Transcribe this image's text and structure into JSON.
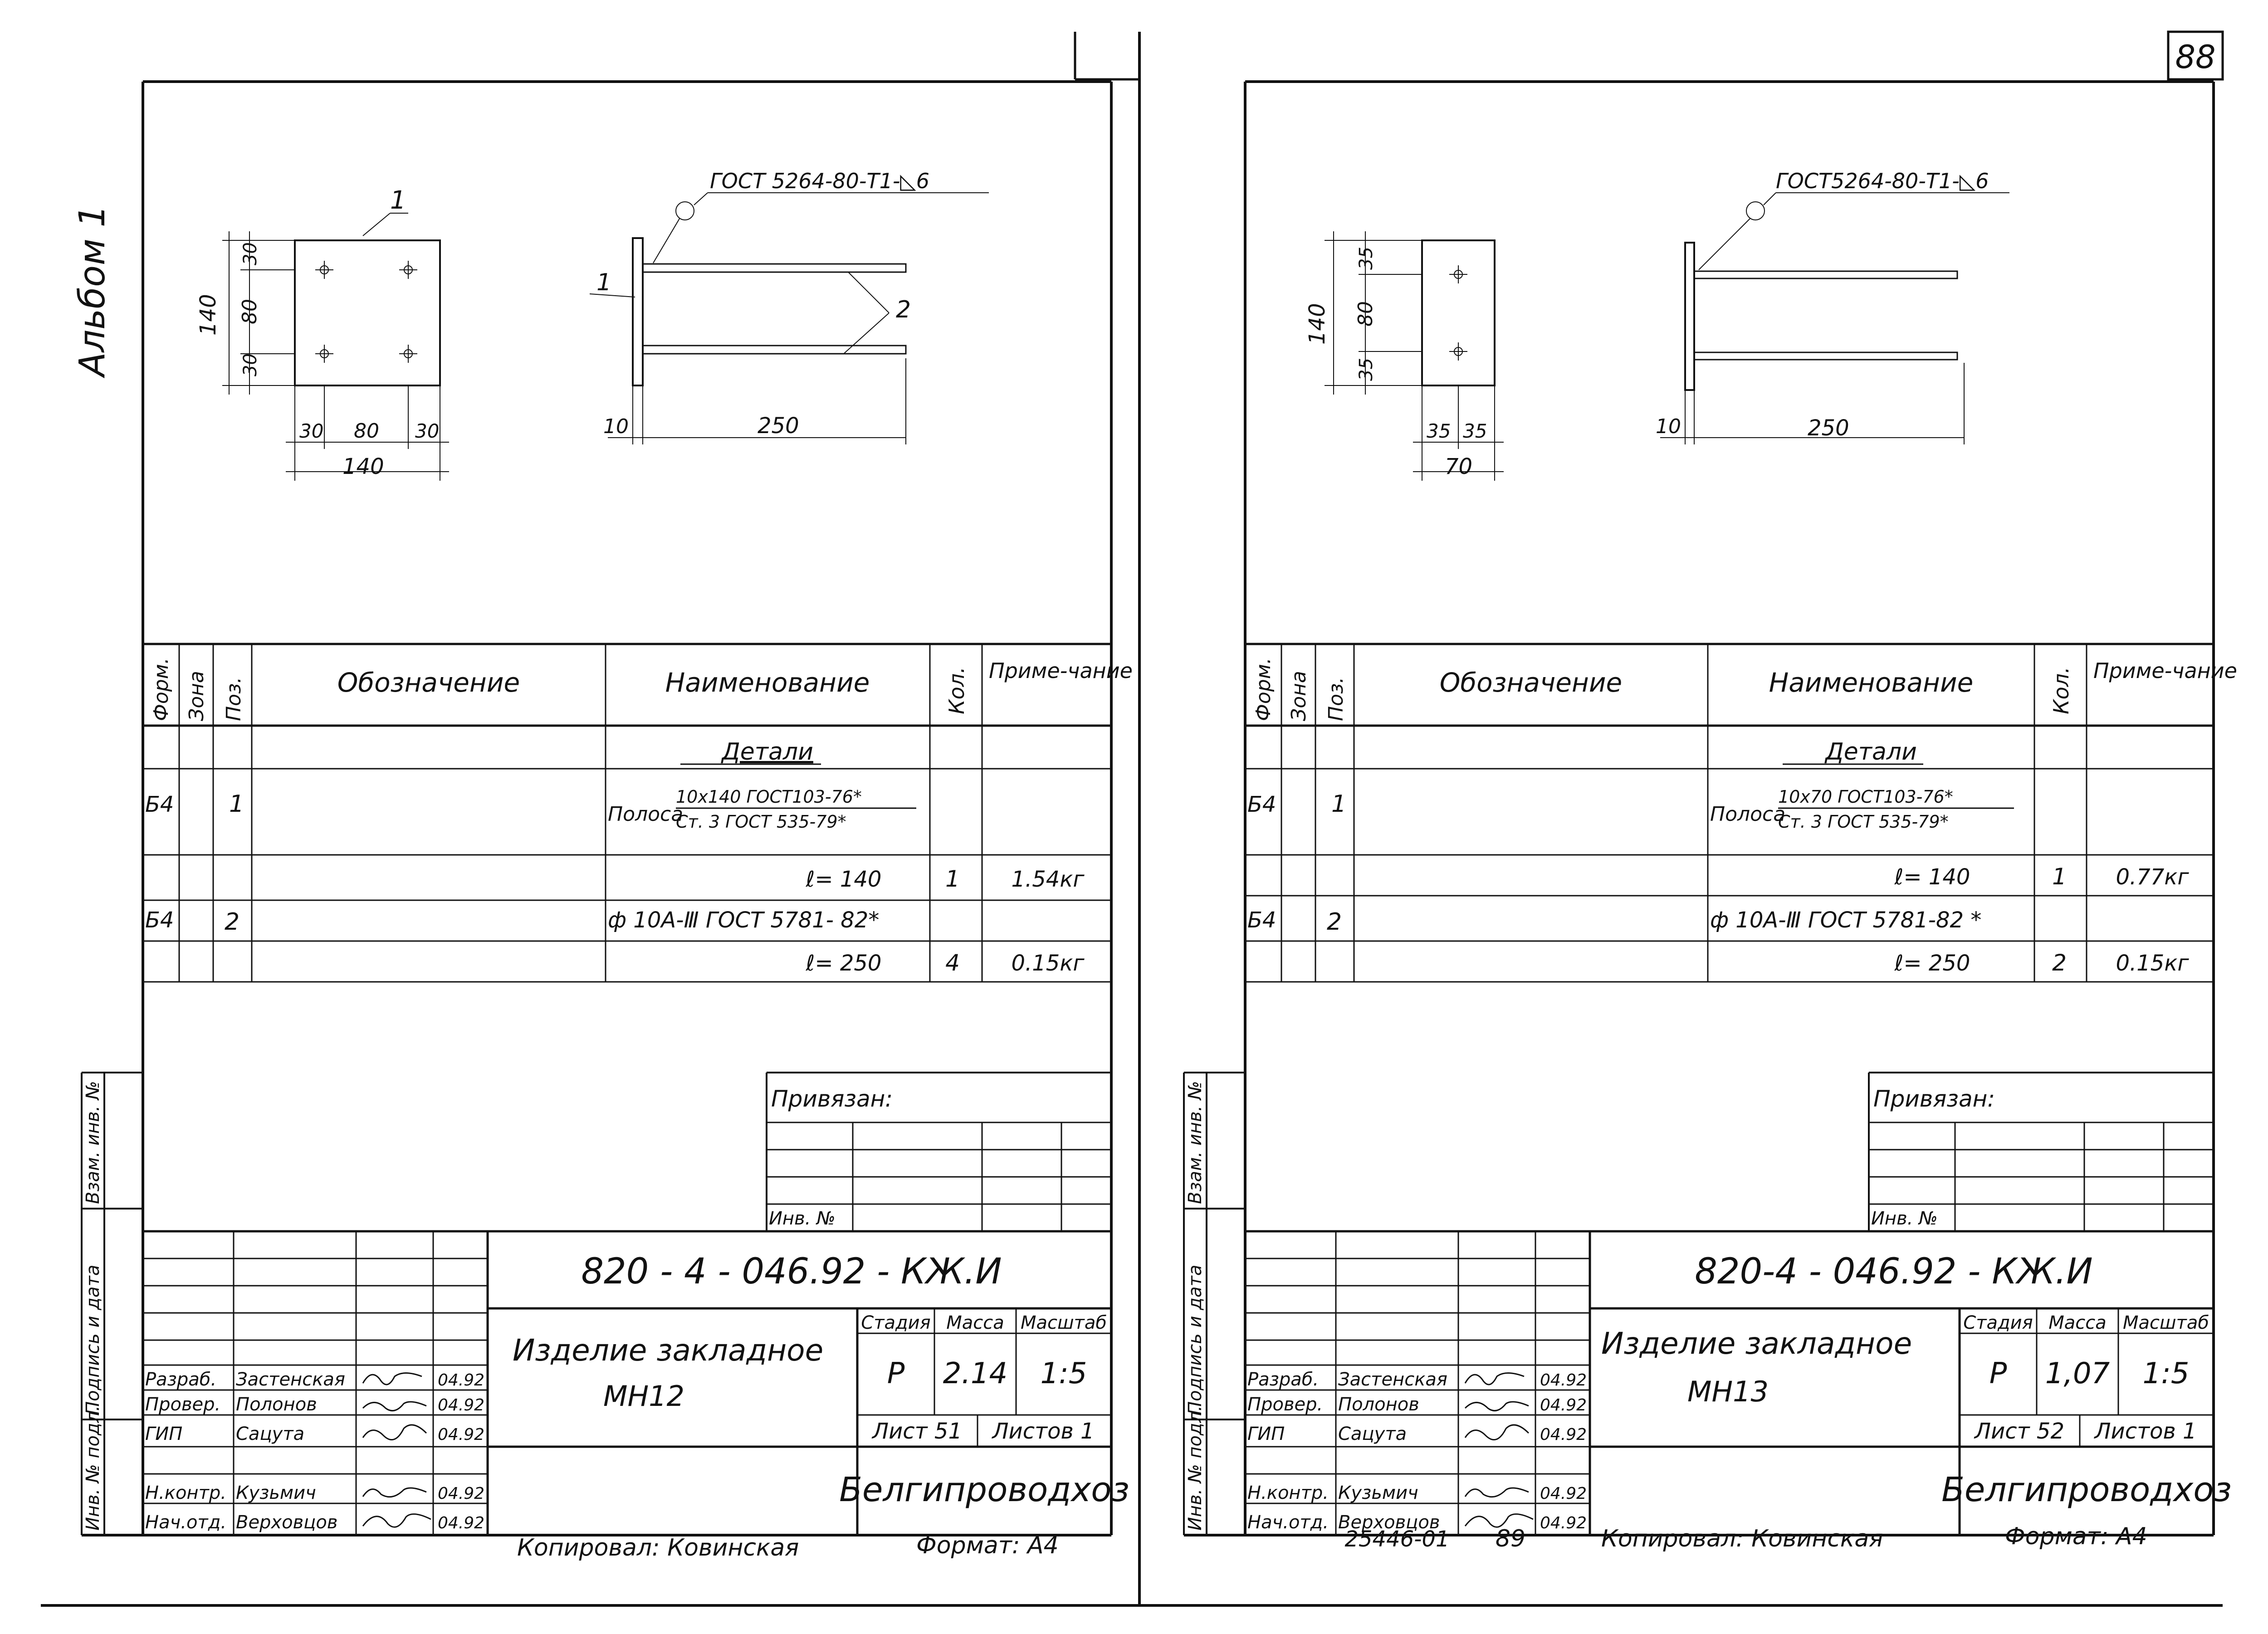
{
  "album_label": "Альбом 1",
  "page_number": "88",
  "bottom_ref_number": "25446-01",
  "bottom_ref_page": "89",
  "sheets": [
    {
      "drawing": {
        "part1_label": "1",
        "part2_label": "2",
        "weld_callout": "ГОСТ 5264-80-Т1-◺6",
        "plate_width": "140",
        "plate_height": "140",
        "dim_h1": "30",
        "dim_h2": "80",
        "dim_h3": "30",
        "dim_v1": "30",
        "dim_v2": "80",
        "dim_v3": "30",
        "thickness": "10",
        "rod_length": "250"
      },
      "spec": {
        "headers": {
          "format": "Форм.",
          "zone": "Зона",
          "pos": "Поз.",
          "designation": "Обозначение",
          "name": "Наименование",
          "qty": "Кол.",
          "note": "Приме-чание"
        },
        "section": "Детали",
        "rows": [
          {
            "format": "Б4",
            "pos": "1",
            "name_prefix": "Полоса",
            "name_num": "10х140 ГОСТ103-76*",
            "name_den": "Ст. 3 ГОСТ 535-79*",
            "qty": "",
            "note": ""
          },
          {
            "format": "",
            "pos": "",
            "name": "ℓ= 140",
            "qty": "1",
            "note": "1.54кг"
          },
          {
            "format": "Б4",
            "pos": "2",
            "name": "ф 10А-Ⅲ ГОСТ 5781- 82*",
            "qty": "",
            "note": ""
          },
          {
            "format": "",
            "pos": "",
            "name": "ℓ= 250",
            "qty": "4",
            "note": "0.15кг"
          }
        ]
      },
      "binding": {
        "title": "Привязан:",
        "inv": "Инв. №"
      },
      "side_labels": [
        "Инв. № подл.",
        "Подпись и дата",
        "Взам. инв. №"
      ],
      "title_block": {
        "code": "820 - 4 - 046.92 - КЖ.И",
        "item_name": "Изделие закладное",
        "item_mark": "МН12",
        "stage_label": "Стадия",
        "mass_label": "Масса",
        "scale_label": "Масштаб",
        "stage": "Р",
        "mass": "2.14",
        "scale": "1:5",
        "sheet_label": "Лист 51",
        "sheets_label": "Листов 1",
        "org": "Белгипроводхоз",
        "people": [
          {
            "role": "Разраб.",
            "name": "Застенская",
            "date": "04.92"
          },
          {
            "role": "Провер.",
            "name": "Полонов",
            "date": "04.92"
          },
          {
            "role": "ГИП",
            "name": "Сацута",
            "date": "04.92"
          },
          {
            "role": "Н.контр.",
            "name": "Кузьмич",
            "date": "04.92"
          },
          {
            "role": "Нач.отд.",
            "name": "Верховцов",
            "date": "04.92"
          }
        ],
        "copied": "Копировал: Ковинская",
        "format": "Формат: А4"
      }
    },
    {
      "drawing": {
        "weld_callout": "ГОСТ5264-80-Т1-◺6",
        "plate_width": "70",
        "plate_height": "140",
        "dim_h1": "35",
        "dim_h2": "35",
        "dim_v1": "35",
        "dim_v2": "80",
        "dim_v3": "35",
        "thickness": "10",
        "rod_length": "250"
      },
      "spec": {
        "headers": {
          "format": "Форм.",
          "zone": "Зона",
          "pos": "Поз.",
          "designation": "Обозначение",
          "name": "Наименование",
          "qty": "Кол.",
          "note": "Приме-чание"
        },
        "section": "Детали",
        "rows": [
          {
            "format": "Б4",
            "pos": "1",
            "name_prefix": "Полоса",
            "name_num": "10х70 ГОСТ103-76*",
            "name_den": "Ст. 3 ГОСТ 535-79*",
            "qty": "",
            "note": ""
          },
          {
            "format": "",
            "pos": "",
            "name": "ℓ= 140",
            "qty": "1",
            "note": "0.77кг"
          },
          {
            "format": "Б4",
            "pos": "2",
            "name": "ф 10А-Ⅲ ГОСТ 5781-82 *",
            "qty": "",
            "note": ""
          },
          {
            "format": "",
            "pos": "",
            "name": "ℓ= 250",
            "qty": "2",
            "note": "0.15кг"
          }
        ]
      },
      "binding": {
        "title": "Привязан:",
        "inv": "Инв. №"
      },
      "side_labels": [
        "Инв. № подл.",
        "Подпись и дата",
        "Взам. инв. №"
      ],
      "title_block": {
        "code": "820-4 - 046.92 - КЖ.И",
        "item_name": "Изделие закладное",
        "item_mark": "МН13",
        "stage_label": "Стадия",
        "mass_label": "Масса",
        "scale_label": "Масштаб",
        "stage": "Р",
        "mass": "1,07",
        "scale": "1:5",
        "sheet_label": "Лист 52",
        "sheets_label": "Листов 1",
        "org": "Белгипроводхоз",
        "people": [
          {
            "role": "Разраб.",
            "name": "Застенская",
            "date": "04.92"
          },
          {
            "role": "Провер.",
            "name": "Полонов",
            "date": "04.92"
          },
          {
            "role": "ГИП",
            "name": "Сацута",
            "date": "04.92"
          },
          {
            "role": "Н.контр.",
            "name": "Кузьмич",
            "date": "04.92"
          },
          {
            "role": "Нач.отд.",
            "name": "Верховцов",
            "date": "04.92"
          }
        ],
        "copied": "Копировал: Ковинская",
        "format": "Формат: А4"
      }
    }
  ]
}
